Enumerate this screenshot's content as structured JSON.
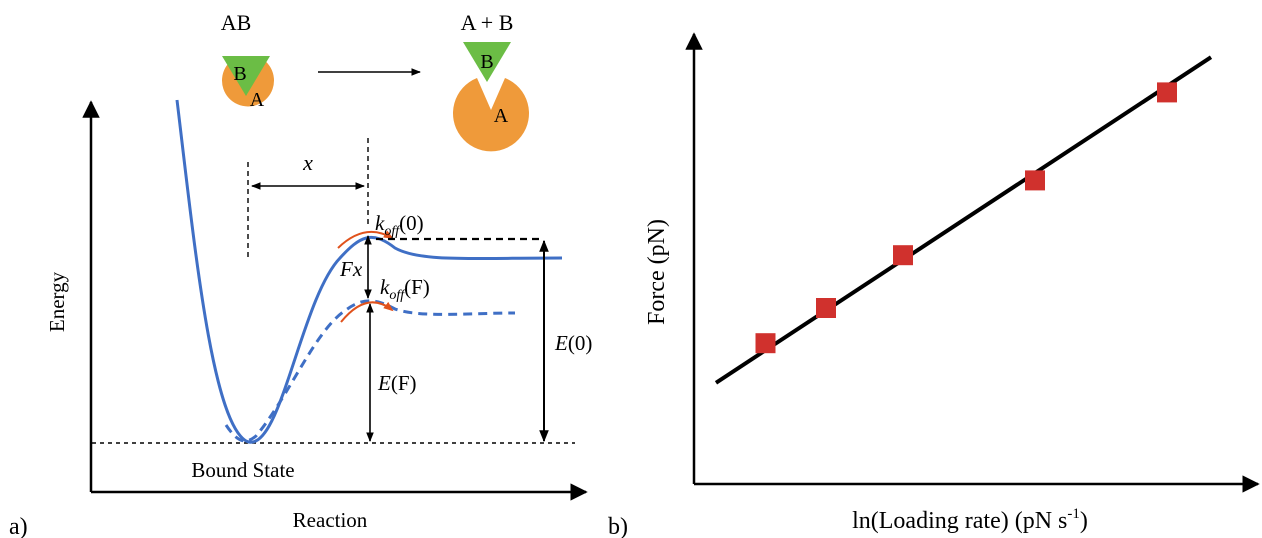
{
  "panel_a": {
    "panel_label": "a)",
    "complex_label": "AB",
    "separated_label": "A + B",
    "piece_a": "A",
    "piece_b": "B",
    "x_distance_label": "x",
    "koff0_k": "k",
    "koff0_sub": "off",
    "koff0_arg": "(0)",
    "kofff_k": "k",
    "kofff_sub": "off",
    "kofff_arg": "(F)",
    "fx_label": "Fx",
    "e0_label_E": "E",
    "e0_label_arg": "(0)",
    "ef_label_E": "E",
    "ef_label_arg": "(F)",
    "bound_state_label": "Bound State",
    "y_axis_label": "Energy",
    "x_axis_label": "Reaction",
    "colors": {
      "curve": "#3f6fc5",
      "tip": "#e0521c",
      "sphere": "#ef9a3a",
      "wedge": "#6bbd45"
    }
  },
  "panel_b": {
    "panel_label": "b)",
    "y_axis_label": "Force (pN)",
    "x_axis_label_main": "ln(Loading rate) (pN s",
    "x_axis_label_sup": "-1",
    "x_axis_label_end": ")",
    "colors": {
      "marker": "#d0312d",
      "fit_line": "#000000"
    }
  },
  "chart_data": {
    "type": "scatter",
    "title": "",
    "xlabel": "ln(Loading rate) (pN s-1)",
    "ylabel": "Force (pN)",
    "x_ticks_shown": false,
    "y_ticks_shown": false,
    "xlim": [
      0,
      10
    ],
    "ylim": [
      0,
      10
    ],
    "series": [
      {
        "x": [
          1.3,
          2.4,
          3.8,
          6.2,
          8.6
        ],
        "y": [
          3.2,
          4.0,
          5.2,
          6.9,
          8.9
        ]
      }
    ],
    "fit_line": {
      "x": [
        0.4,
        9.4
      ],
      "y": [
        2.3,
        9.7
      ]
    },
    "grid": false,
    "legend": "none"
  }
}
